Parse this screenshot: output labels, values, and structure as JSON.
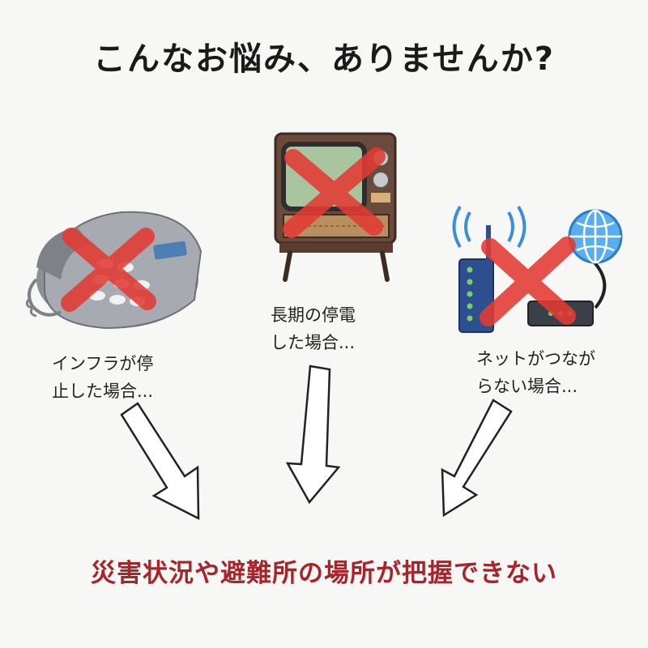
{
  "title": "こんなお悩み、ありませんか?",
  "items": [
    {
      "icon": "telephone-icon",
      "label_lines": [
        "インフラが停",
        "止した場合..."
      ]
    },
    {
      "icon": "television-icon",
      "label_lines": [
        "長期の停電",
        "した場合..."
      ]
    },
    {
      "icon": "router-icon",
      "label_lines": [
        "ネットがつなが",
        "らない場合..."
      ]
    }
  ],
  "conclusion": "災害状況や避難所の場所が把握できない",
  "colors": {
    "cross": "#e33b33",
    "conclusion": "#a8242a",
    "title": "#1a1a1a"
  }
}
